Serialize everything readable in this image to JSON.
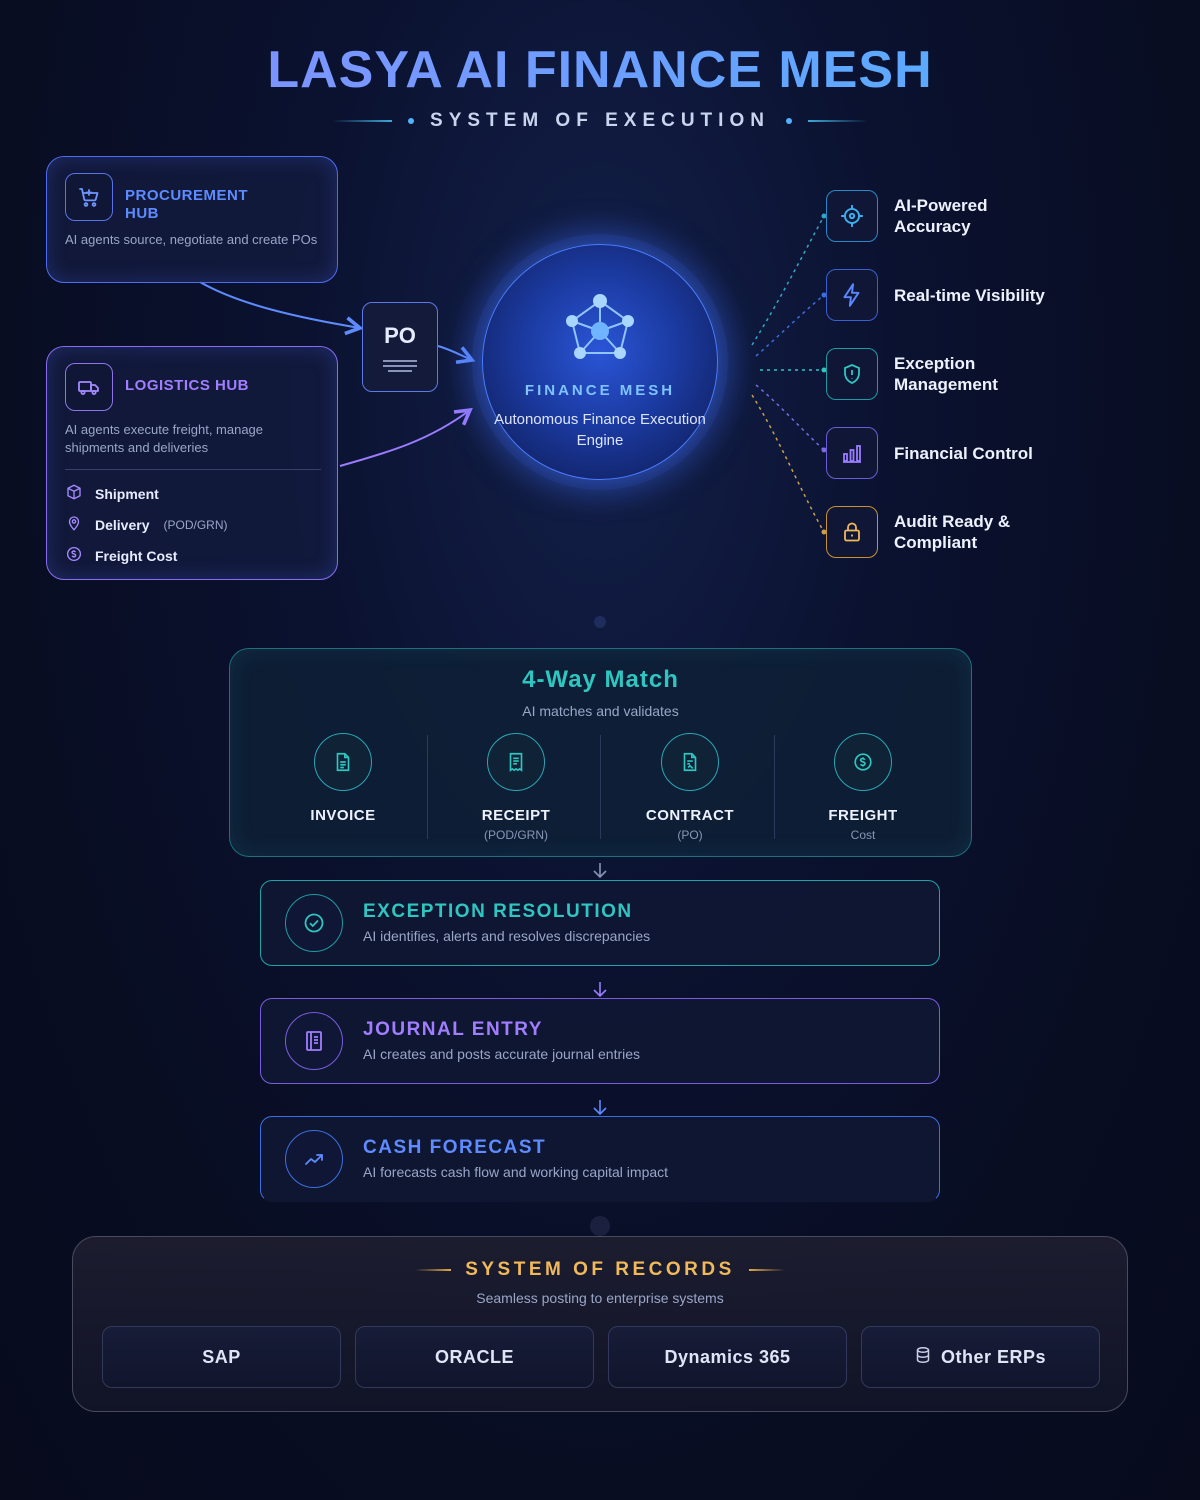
{
  "header": {
    "title": "LASYA AI FINANCE MESH",
    "subtitle": "SYSTEM OF EXECUTION"
  },
  "procurement_hub": {
    "title": "PROCUREMENT HUB",
    "description": "AI agents source, negotiate and create POs",
    "icon": "cart-icon"
  },
  "logistics_hub": {
    "title": "LOGISTICS HUB",
    "description": "AI agents execute freight, manage shipments and deliveries",
    "icon": "truck-icon",
    "items": [
      {
        "label": "Shipment",
        "note": "",
        "icon": "box-icon"
      },
      {
        "label": "Delivery",
        "note": "(POD/GRN)",
        "icon": "location-pin-icon"
      },
      {
        "label": "Freight Cost",
        "note": "",
        "icon": "coin-icon"
      }
    ]
  },
  "po": {
    "label": "PO"
  },
  "core": {
    "title": "FINANCE MESH",
    "description": "Autonomous Finance Execution Engine"
  },
  "features": [
    {
      "label": "AI-Powered Accuracy",
      "icon": "target-icon",
      "color": "#3aa0e8"
    },
    {
      "label": "Real-time Visibility",
      "icon": "lightning-icon",
      "color": "#4a7cff"
    },
    {
      "label": "Exception Management",
      "icon": "shield-icon",
      "color": "#2fc5c0"
    },
    {
      "label": "Financial Control",
      "icon": "bar-chart-icon",
      "color": "#8a6cf0"
    },
    {
      "label": "Audit Ready & Compliant",
      "icon": "lock-icon",
      "color": "#f0b95a"
    }
  ],
  "match": {
    "title": "4-Way Match",
    "subtitle": "AI matches and validates",
    "columns": [
      {
        "label": "INVOICE",
        "note": "",
        "icon": "document-icon"
      },
      {
        "label": "RECEIPT",
        "note": "(POD/GRN)",
        "icon": "receipt-icon"
      },
      {
        "label": "CONTRACT",
        "note": "(PO)",
        "icon": "contract-icon"
      },
      {
        "label": "FREIGHT",
        "note": "Cost",
        "icon": "coin-icon"
      }
    ]
  },
  "steps": [
    {
      "title": "EXCEPTION RESOLUTION",
      "description": "AI identifies, alerts and resolves discrepancies",
      "icon": "check-circle-icon"
    },
    {
      "title": "JOURNAL ENTRY",
      "description": "AI creates and posts accurate journal entries",
      "icon": "ledger-icon"
    },
    {
      "title": "CASH FORECAST",
      "description": "AI forecasts cash flow and working capital impact",
      "icon": "trend-up-icon"
    }
  ],
  "records": {
    "title": "SYSTEM OF RECORDS",
    "subtitle": "Seamless posting to enterprise systems",
    "systems": [
      "SAP",
      "ORACLE",
      "Dynamics 365",
      "Other ERPs"
    ]
  },
  "colors": {
    "accent_blue": "#5e8bff",
    "accent_teal": "#2fc5c0",
    "accent_purple": "#a07eff",
    "accent_gold": "#f0b95a"
  }
}
